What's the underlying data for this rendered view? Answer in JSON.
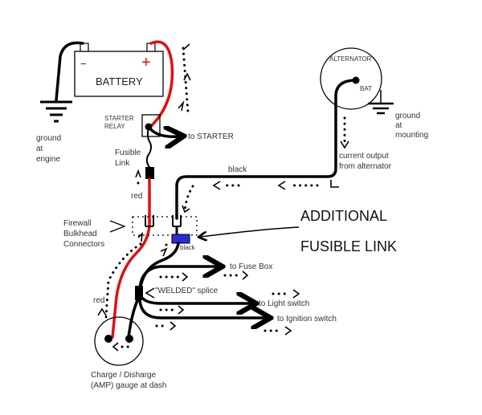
{
  "diagram": {
    "colors": {
      "positive_wire": "#e01010",
      "negative_wire": "#000000",
      "fusible_link_highlight": "#2b2bd6"
    },
    "battery": {
      "label": "BATTERY",
      "negative_symbol": "−",
      "positive_symbol": "+"
    },
    "ground_engine": {
      "line1": "ground",
      "line2": "at",
      "line3": "engine"
    },
    "starter_relay": {
      "line1": "STARTER",
      "line2": "RELAY",
      "to_starter": "to STARTER"
    },
    "fusible_link": {
      "line1": "Fusible",
      "line2": "Link"
    },
    "wire_labels": {
      "red_upper": "red",
      "red_lower": "red",
      "black_upper": "black",
      "black_lower": "black"
    },
    "alternator": {
      "label": "ALTERNATOR",
      "terminal": "BAT"
    },
    "ground_mounting": {
      "line1": "ground",
      "line2": "at",
      "line3": "mounting"
    },
    "current_output": {
      "line1": "current output",
      "line2": "from alternator"
    },
    "firewall": {
      "line1": "Firewall",
      "line2": "Bulkhead",
      "line3": "Connectors"
    },
    "additional_fusible_link": {
      "line1": "ADDITIONAL",
      "line2": "FUSIBLE LINK"
    },
    "splice": {
      "label": "\"WELDED\" splice"
    },
    "outputs": {
      "fuse_box": "to Fuse Box",
      "light_switch": "to Light switch",
      "ignition_switch": "to Ignition switch"
    },
    "gauge": {
      "line1": "Charge / Disharge",
      "line2": "(AMP) gauge at dash"
    }
  }
}
